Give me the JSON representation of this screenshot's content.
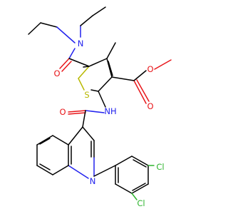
{
  "molecule": {
    "colors": {
      "O": "#e8161a",
      "N": "#2222ee",
      "S": "#b8b800",
      "Cl": "#2fb52f",
      "C": "#000000"
    },
    "atoms": {
      "o_amide_top": {
        "label": "O",
        "element": "O"
      },
      "n_amide_top": {
        "label": "N",
        "element": "N"
      },
      "s_ring": {
        "label": "S",
        "element": "S"
      },
      "o_ester_carbonyl": {
        "label": "O",
        "element": "O"
      },
      "o_ester_ether": {
        "label": "O",
        "element": "O"
      },
      "nh_amide": {
        "label": "NH",
        "element": "N"
      },
      "o_amide_mid": {
        "label": "O",
        "element": "O"
      },
      "n_quinoline": {
        "label": "N",
        "element": "N"
      },
      "cl_top": {
        "label": "Cl",
        "element": "Cl"
      },
      "cl_bottom": {
        "label": "Cl",
        "element": "Cl"
      }
    }
  }
}
